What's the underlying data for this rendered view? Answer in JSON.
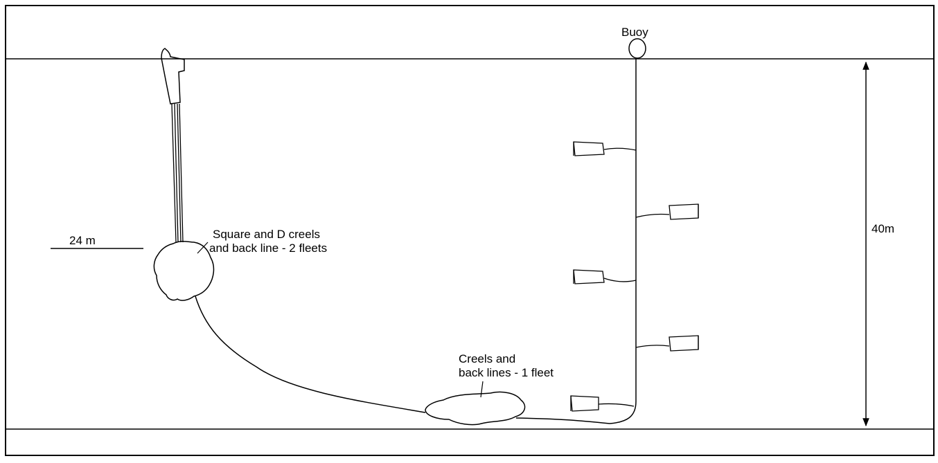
{
  "labels": {
    "buoy": "Buoy",
    "depth": "40m",
    "scale": "24 m",
    "upper_tangle_line1": "Square and D creels",
    "upper_tangle_line2": "and back line - 2 fleets",
    "lower_tangle_line1": "Creels and",
    "lower_tangle_line2": "back lines - 1 fleet"
  },
  "colors": {
    "stroke": "#000000",
    "background": "#ffffff"
  }
}
